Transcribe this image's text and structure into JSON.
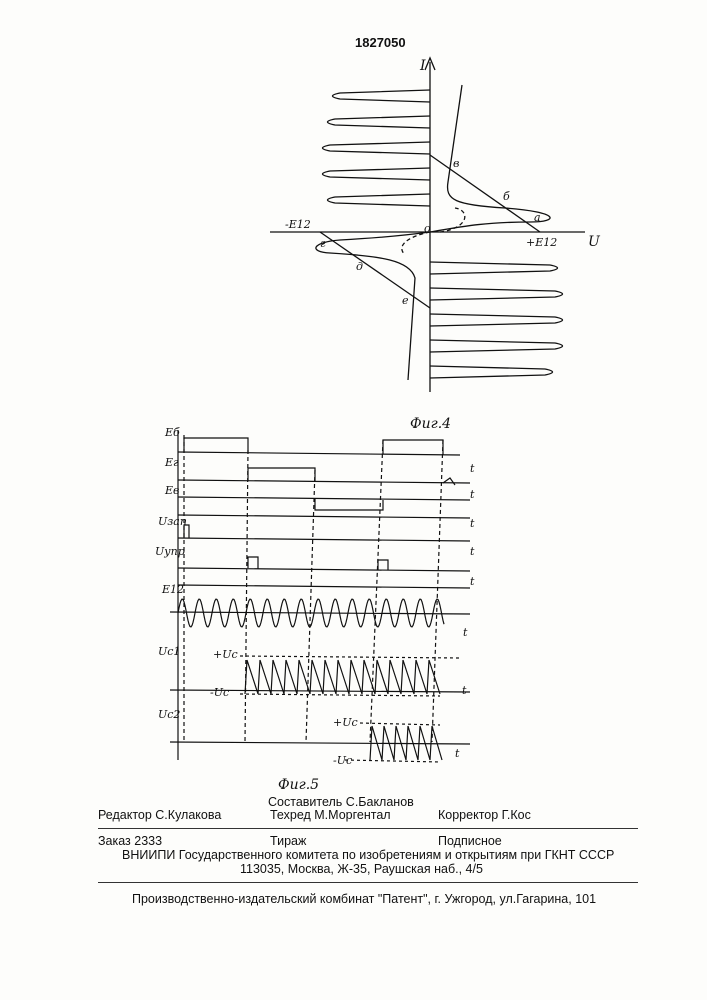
{
  "header": {
    "patent_number": "1827050"
  },
  "fig4": {
    "caption": "Фиг.4",
    "axis_i": "I",
    "axis_u": "U",
    "neg_e12": "-E12",
    "pos_e12": "+E12",
    "origin": "o",
    "points": {
      "a": "а",
      "b": "б",
      "v": "в",
      "g": "г",
      "d": "д",
      "e": "е"
    }
  },
  "fig5": {
    "caption": "Фиг.5",
    "t_label": "t",
    "traces": [
      {
        "label": "Eб"
      },
      {
        "label": "Eг"
      },
      {
        "label": "Eв"
      },
      {
        "label": "Uзап"
      },
      {
        "label": "Uупр"
      },
      {
        "label": "E12"
      },
      {
        "label": "Uс1"
      },
      {
        "label": "Uс2"
      }
    ],
    "plus_uc": "+Uс",
    "minus_uc": "-Uс"
  },
  "footer": {
    "editor": "Редактор С.Кулакова",
    "compiler": "Составитель С.Бакланов",
    "techred": "Техред М.Моргентал",
    "corrector": "Корректор Г.Кос",
    "order": "Заказ 2333",
    "circulation": "Тираж",
    "subscription": "Подписное",
    "institute": "ВНИИПИ Государственного комитета по изобретениям и открытиям при ГКНТ СССР",
    "address": "113035, Москва, Ж-35, Раушская наб., 4/5",
    "publisher": "Производственно-издательский комбинат \"Патент\", г. Ужгород, ул.Гагарина, 101"
  }
}
